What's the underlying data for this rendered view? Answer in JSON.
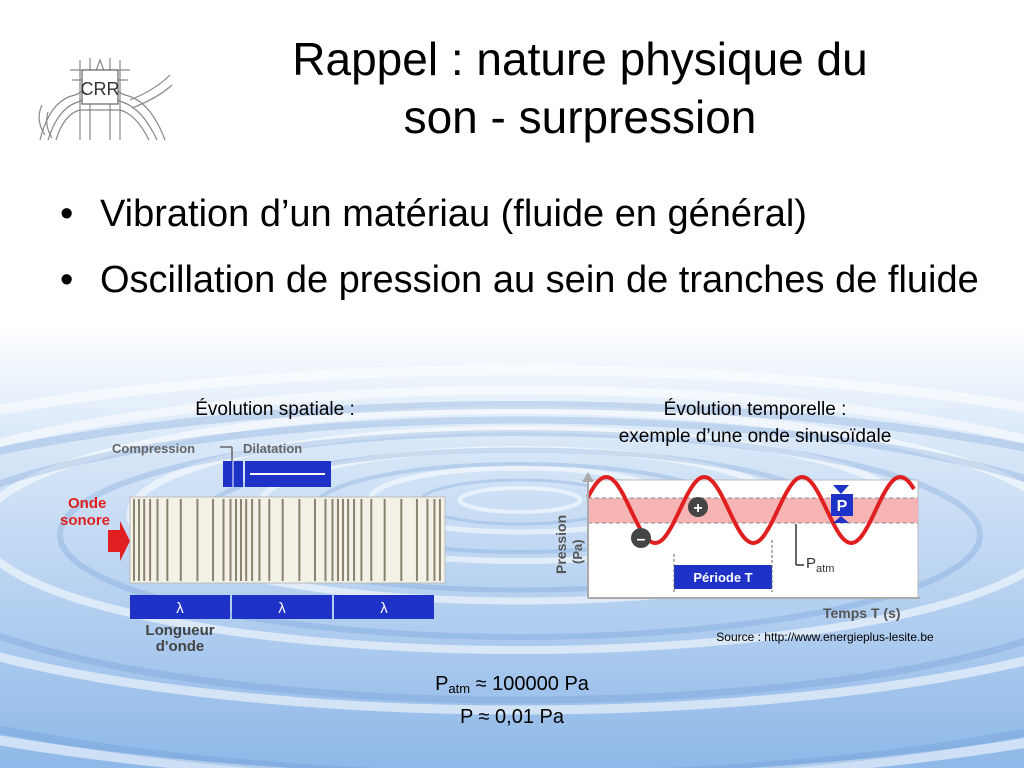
{
  "slide": {
    "title_line1": "Rappel : nature physique du",
    "title_line2": "son - surpression",
    "bullets": [
      "Vibration d’un matériau (fluide en général)",
      "Oscillation de pression au sein de tranches de fluide"
    ],
    "bullet_symbol": "•"
  },
  "logo": {
    "text": "CRR"
  },
  "spatial": {
    "caption": "Évolution spatiale :",
    "compression_label": "Compression",
    "dilatation_label": "Dilatation",
    "onde_label_1": "Onde",
    "onde_label_2": "sonore",
    "lambda": "λ",
    "wavelength_label_1": "Longueur",
    "wavelength_label_2": "d'onde"
  },
  "temporal": {
    "caption_line1": "Évolution temporelle :",
    "caption_line2": "exemple d’une onde sinusoïdale",
    "y_label_1": "Pression",
    "y_label_2": "(Pa)",
    "x_label": "Temps T (s)",
    "plus": "+",
    "minus": "–",
    "p_label": "P",
    "patm_label": "P",
    "patm_sub": "atm",
    "period_label": "Période T"
  },
  "source": "Source : http://www.energieplus-lesite.be",
  "formula": {
    "p_symbol": "P",
    "p_sub": "atm",
    "line1_rest": " ≈ 100000 Pa",
    "line2": "P ≈ 0,01 Pa"
  },
  "colors": {
    "arrow_blue": "#1e32c8",
    "red": "#e02020",
    "pink_band": "#f6b4b4",
    "water": "#9fc3ee"
  }
}
